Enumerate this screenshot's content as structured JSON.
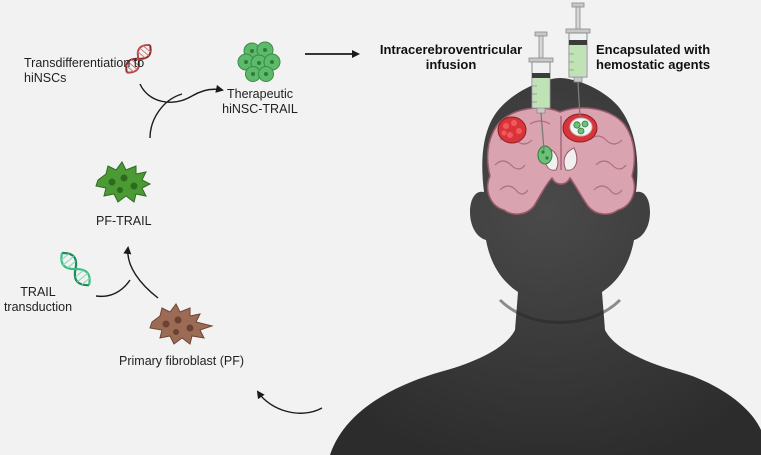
{
  "labels": {
    "transdifferentiation": "Transdifferentiation to\nhiNSCs",
    "therapeutic": "Therapeutic\nhiNSC-TRAIL",
    "icv_infusion": "Intracerebroventricular\ninfusion",
    "encapsulated": "Encapsulated with\nhemostatic agents",
    "pf_trail": "PF-TRAIL",
    "trail_transduction": "TRAIL\ntransduction",
    "primary_fibroblast": "Primary fibroblast (PF)"
  },
  "colors": {
    "background": "#f2f2f2",
    "head": "#3a3a3a",
    "brain": "#d9a3b0",
    "tumor": "#d9343a",
    "hinsc_cells": "#5dba6a",
    "pf_trail_cells": "#4c9a34",
    "fibroblast_cells": "#9c6b55",
    "dna_red": "#8a2a2a",
    "dna_green": "#27a36d",
    "syringe_fill": "#bfe3b4"
  },
  "icons": [
    "dna-helix-icon",
    "cell-cluster-icon",
    "fibroblast-icon",
    "syringe-icon",
    "head-silhouette-icon",
    "brain-section-icon"
  ]
}
